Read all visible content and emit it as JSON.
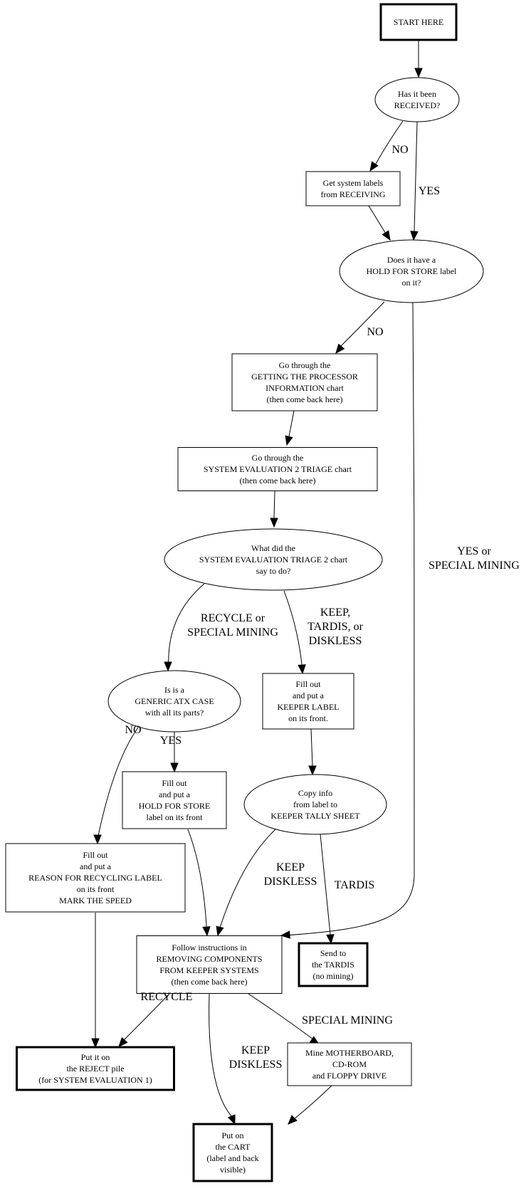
{
  "title": "System processing flowchart",
  "nodes": {
    "start": {
      "lines": [
        "START HERE"
      ],
      "shape": "box",
      "bold": true
    },
    "received": {
      "lines": [
        "Has it been",
        "RECEIVED?"
      ],
      "shape": "ellipse"
    },
    "get_labels": {
      "lines": [
        "Get system labels",
        "from RECEIVING"
      ],
      "shape": "box"
    },
    "hold_label": {
      "lines": [
        "Does it have a",
        "HOLD FOR STORE label",
        "on it?"
      ],
      "shape": "ellipse"
    },
    "processor_info": {
      "lines": [
        "Go through the",
        "GETTING THE PROCESSOR",
        "INFORMATION chart",
        "(then come back here)"
      ],
      "shape": "box"
    },
    "triage": {
      "lines": [
        "Go through the",
        "SYSTEM EVALUATION 2 TRIAGE chart",
        "(then come back here)"
      ],
      "shape": "box"
    },
    "triage_result": {
      "lines": [
        "What did the",
        "SYSTEM EVALUATION TRIAGE 2 chart",
        "say to do?"
      ],
      "shape": "ellipse"
    },
    "generic_atx": {
      "lines": [
        "Is is a",
        "GENERIC ATX CASE",
        "with all its parts?"
      ],
      "shape": "ellipse"
    },
    "keeper_label": {
      "lines": [
        "Fill out",
        "and put a",
        "KEEPER LABEL",
        "on its front."
      ],
      "shape": "box"
    },
    "hold_for_store": {
      "lines": [
        "Fill out",
        "and put a",
        "HOLD FOR STORE",
        "label on its front"
      ],
      "shape": "box"
    },
    "copy_info": {
      "lines": [
        "Copy info",
        "from label to",
        "KEEPER TALLY SHEET"
      ],
      "shape": "ellipse"
    },
    "recycling_label": {
      "lines": [
        "Fill out",
        "and put a",
        "REASON FOR RECYCLING LABEL",
        "on its front",
        "MARK THE SPEED"
      ],
      "shape": "box"
    },
    "removing": {
      "lines": [
        "Follow instructions in",
        "REMOVING COMPONENTS",
        "FROM KEEPER SYSTEMS",
        "(then come back here)"
      ],
      "shape": "box"
    },
    "tardis": {
      "lines": [
        "Send to",
        "the TARDIS",
        "(no mining)"
      ],
      "shape": "box",
      "bold": true
    },
    "reject": {
      "lines": [
        "Put it on",
        "the REJECT pile",
        "(for SYSTEM EVALUATION 1)"
      ],
      "shape": "box",
      "bold": true
    },
    "mine": {
      "lines": [
        "Mine MOTHERBOARD,",
        "CD-ROM",
        "and FLOPPY DRIVE"
      ],
      "shape": "box"
    },
    "cart": {
      "lines": [
        "Put on",
        "the CART",
        "(label and back",
        "visible)"
      ],
      "shape": "box",
      "bold": true
    }
  },
  "edges": [
    {
      "from": "start",
      "to": "received",
      "label": []
    },
    {
      "from": "received",
      "to": "get_labels",
      "label": [
        "NO"
      ]
    },
    {
      "from": "received",
      "to": "hold_label",
      "label": [
        "YES"
      ]
    },
    {
      "from": "get_labels",
      "to": "hold_label",
      "label": []
    },
    {
      "from": "hold_label",
      "to": "processor_info",
      "label": [
        "NO"
      ]
    },
    {
      "from": "hold_label",
      "to": "removing",
      "label": [
        "YES or",
        "SPECIAL MINING"
      ]
    },
    {
      "from": "processor_info",
      "to": "triage",
      "label": []
    },
    {
      "from": "triage",
      "to": "triage_result",
      "label": []
    },
    {
      "from": "triage_result",
      "to": "generic_atx",
      "label": [
        "RECYCLE or",
        "SPECIAL MINING"
      ]
    },
    {
      "from": "triage_result",
      "to": "keeper_label",
      "label": [
        "KEEP,",
        "TARDIS, or",
        "DISKLESS"
      ]
    },
    {
      "from": "generic_atx",
      "to": "recycling_label",
      "label": [
        "NO"
      ]
    },
    {
      "from": "generic_atx",
      "to": "hold_for_store",
      "label": [
        "YES"
      ]
    },
    {
      "from": "keeper_label",
      "to": "copy_info",
      "label": []
    },
    {
      "from": "hold_for_store",
      "to": "removing",
      "label": []
    },
    {
      "from": "copy_info",
      "to": "removing",
      "label": [
        "KEEP",
        "DISKLESS"
      ]
    },
    {
      "from": "copy_info",
      "to": "tardis",
      "label": [
        "TARDIS"
      ]
    },
    {
      "from": "recycling_label",
      "to": "reject",
      "label": []
    },
    {
      "from": "removing",
      "to": "reject",
      "label": [
        "RECYCLE"
      ]
    },
    {
      "from": "removing",
      "to": "mine",
      "label": [
        "SPECIAL MINING"
      ]
    },
    {
      "from": "removing",
      "to": "cart",
      "label": [
        "KEEP",
        "DISKLESS"
      ]
    },
    {
      "from": "mine",
      "to": "cart",
      "label": []
    }
  ]
}
